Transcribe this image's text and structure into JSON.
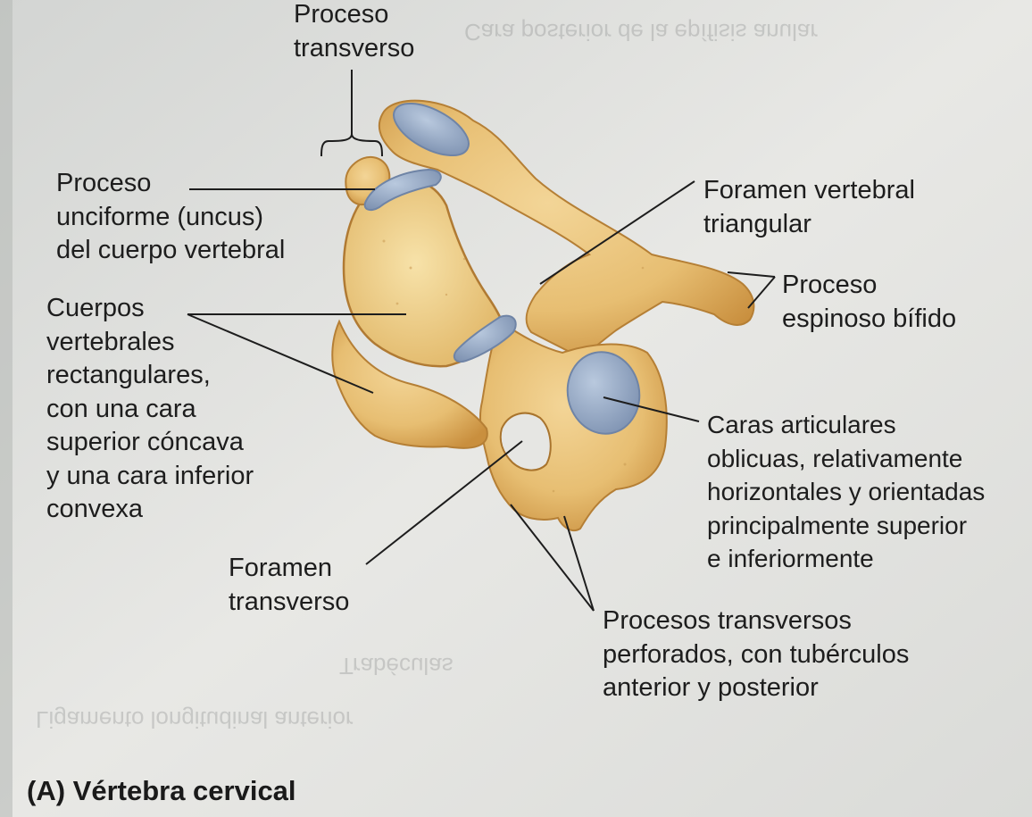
{
  "caption": "(A) Vértebra cervical",
  "labels": {
    "proceso_transverso": [
      "Proceso",
      "transverso"
    ],
    "proceso_unciforme": [
      "Proceso",
      "unciforme (uncus)",
      "del cuerpo vertebral"
    ],
    "cuerpos_vertebrales": [
      "Cuerpos",
      "vertebrales",
      "rectangulares,",
      "con una cara",
      "superior cóncava",
      "y una cara inferior",
      "convexa"
    ],
    "foramen_transverso": [
      "Foramen",
      "transverso"
    ],
    "foramen_vertebral": [
      "Foramen vertebral",
      "triangular"
    ],
    "proceso_espinoso": [
      "Proceso",
      "espinoso bífido"
    ],
    "caras_articulares": [
      "Caras articulares",
      "oblicuas, relativamente",
      "horizontales y orientadas",
      "principalmente superior",
      "e inferiormente"
    ],
    "procesos_transversos": [
      "Procesos transversos",
      "perforados, con tubérculos",
      "anterior y posterior"
    ]
  },
  "show_through_text": [
    "Cara posterior de la epífisis anular",
    "Trabéculas",
    "Ligamento longitudinal anterior"
  ],
  "colors": {
    "page": "#e6e6e3",
    "bone": "#e6bd73",
    "bone_dark": "#c9913f",
    "cartilage": "#9aaecb",
    "text": "#1d1d1d"
  }
}
